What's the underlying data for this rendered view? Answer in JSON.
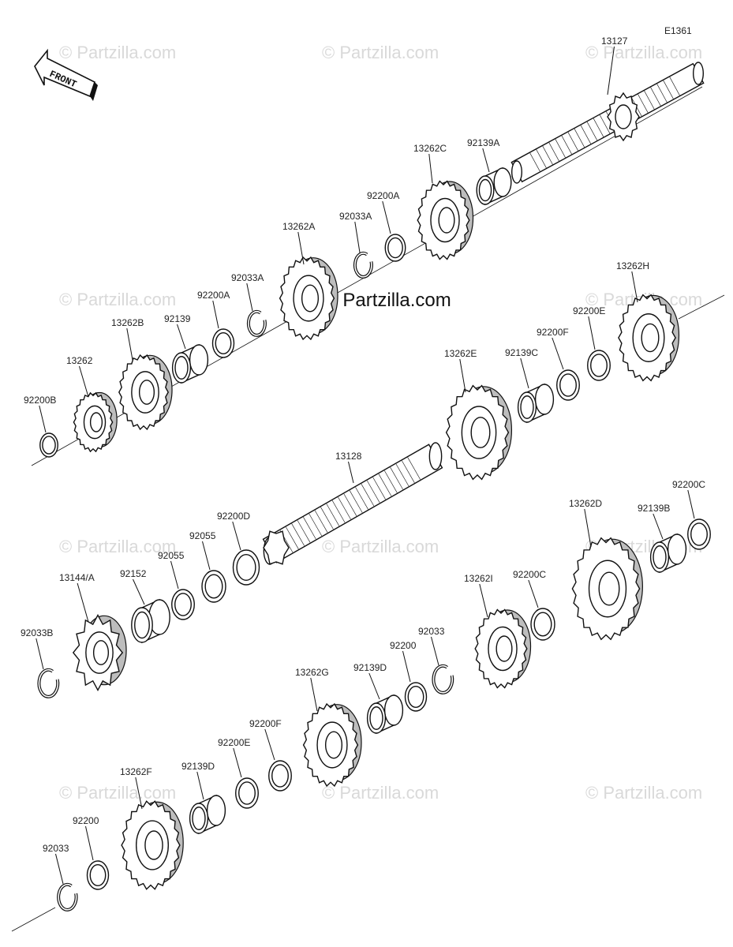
{
  "diagram_code": "E1361",
  "front_label": "FRONT",
  "watermark_text": "© Partzilla.com",
  "center_watermark": "© Partzilla.com",
  "parts": [
    {
      "id": "p13127",
      "label": "13127",
      "kind": "shaft"
    },
    {
      "id": "p92139A",
      "label": "92139A",
      "kind": "bearing"
    },
    {
      "id": "p13262C",
      "label": "13262C",
      "kind": "gear"
    },
    {
      "id": "p92200A_top",
      "label": "92200A",
      "kind": "washer"
    },
    {
      "id": "p92033A_top",
      "label": "92033A",
      "kind": "circlip"
    },
    {
      "id": "p13262A",
      "label": "13262A",
      "kind": "gear"
    },
    {
      "id": "p92033A",
      "label": "92033A",
      "kind": "circlip"
    },
    {
      "id": "p92200A",
      "label": "92200A",
      "kind": "washer"
    },
    {
      "id": "p92139",
      "label": "92139",
      "kind": "bearing"
    },
    {
      "id": "p13262B",
      "label": "13262B",
      "kind": "gear"
    },
    {
      "id": "p13262",
      "label": "13262",
      "kind": "gear"
    },
    {
      "id": "p92200B",
      "label": "92200B",
      "kind": "washer"
    },
    {
      "id": "p13262H",
      "label": "13262H",
      "kind": "gear"
    },
    {
      "id": "p92200E_r",
      "label": "92200E",
      "kind": "washer"
    },
    {
      "id": "p92200F_r",
      "label": "92200F",
      "kind": "washer"
    },
    {
      "id": "p92139C",
      "label": "92139C",
      "kind": "bearing"
    },
    {
      "id": "p13262E",
      "label": "13262E",
      "kind": "gear"
    },
    {
      "id": "p13128",
      "label": "13128",
      "kind": "shaft"
    },
    {
      "id": "p92200D",
      "label": "92200D",
      "kind": "washer"
    },
    {
      "id": "p92055_a",
      "label": "92055",
      "kind": "washer"
    },
    {
      "id": "p92055_b",
      "label": "92055",
      "kind": "washer"
    },
    {
      "id": "p92152",
      "label": "92152",
      "kind": "collar"
    },
    {
      "id": "p13144A",
      "label": "13144/A",
      "kind": "sprocket"
    },
    {
      "id": "p92033B",
      "label": "92033B",
      "kind": "circlip"
    },
    {
      "id": "p92200C_top",
      "label": "92200C",
      "kind": "washer"
    },
    {
      "id": "p92139B",
      "label": "92139B",
      "kind": "bearing"
    },
    {
      "id": "p13262D",
      "label": "13262D",
      "kind": "gear"
    },
    {
      "id": "p92200C",
      "label": "92200C",
      "kind": "washer"
    },
    {
      "id": "p13262I",
      "label": "13262I",
      "kind": "gear"
    },
    {
      "id": "p92033",
      "label": "92033",
      "kind": "circlip"
    },
    {
      "id": "p92200",
      "label": "92200",
      "kind": "washer"
    },
    {
      "id": "p92139D",
      "label": "92139D",
      "kind": "bearing"
    },
    {
      "id": "p13262G",
      "label": "13262G",
      "kind": "gear"
    },
    {
      "id": "p92200F",
      "label": "92200F",
      "kind": "washer"
    },
    {
      "id": "p92200E",
      "label": "92200E",
      "kind": "washer"
    },
    {
      "id": "p92139D_b",
      "label": "92139D",
      "kind": "bearing"
    },
    {
      "id": "p13262F",
      "label": "13262F",
      "kind": "gear"
    },
    {
      "id": "p92200_b",
      "label": "92200",
      "kind": "washer"
    },
    {
      "id": "p92033_b",
      "label": "92033",
      "kind": "circlip"
    }
  ]
}
